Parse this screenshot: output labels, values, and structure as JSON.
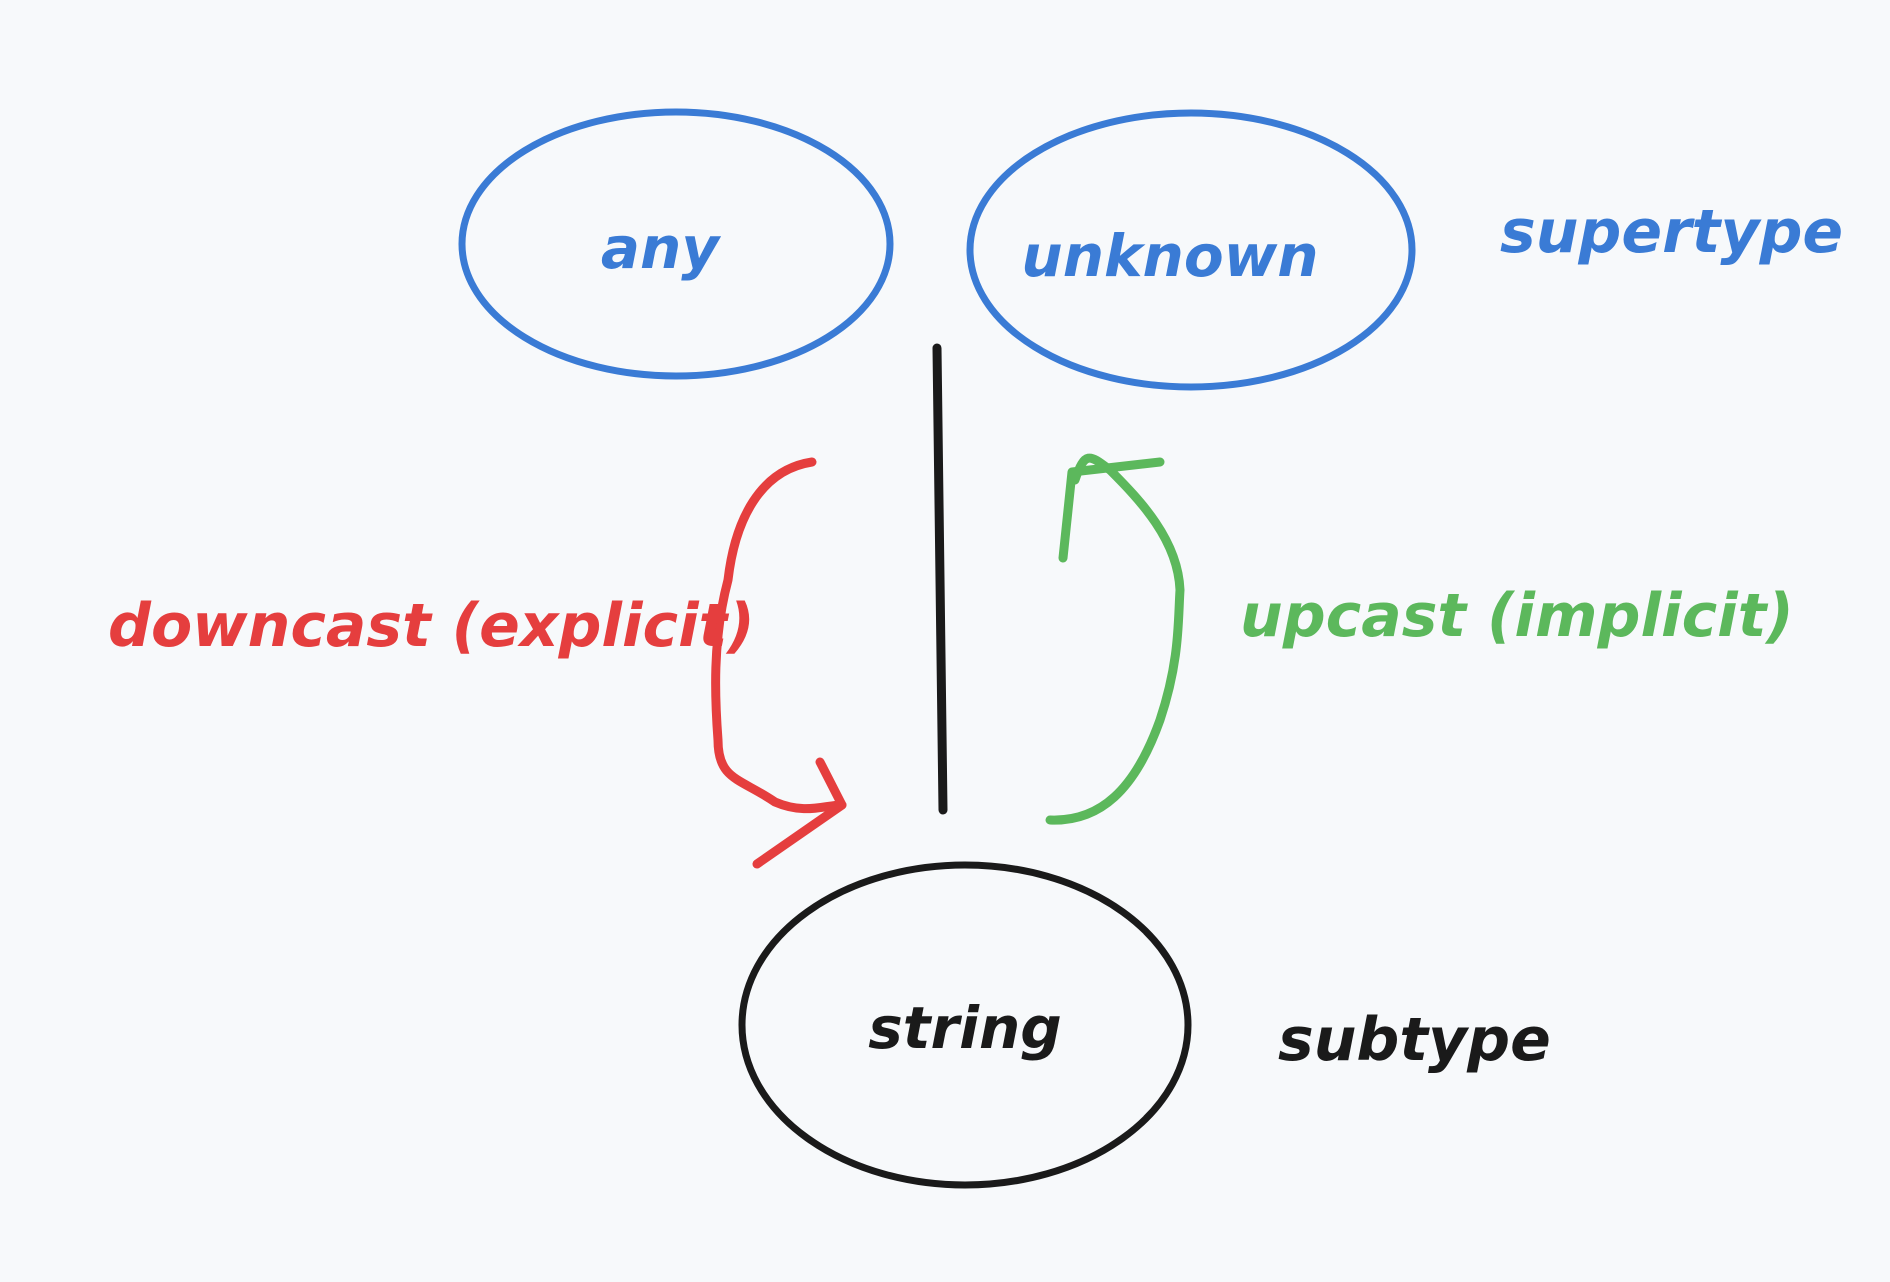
{
  "nodes": {
    "any": {
      "label": "any"
    },
    "unknown": {
      "label": "unknown"
    },
    "string": {
      "label": "string"
    }
  },
  "labels": {
    "supertype": "supertype",
    "subtype": "subtype",
    "downcast": "downcast (explicit)",
    "upcast": "upcast (implicit)"
  },
  "colors": {
    "background": "#f7f9fb",
    "supertype_blue": "#3a7bd5",
    "subtype_black": "#1a1a1a",
    "downcast_red": "#e53e3e",
    "upcast_green": "#5cb85c"
  }
}
